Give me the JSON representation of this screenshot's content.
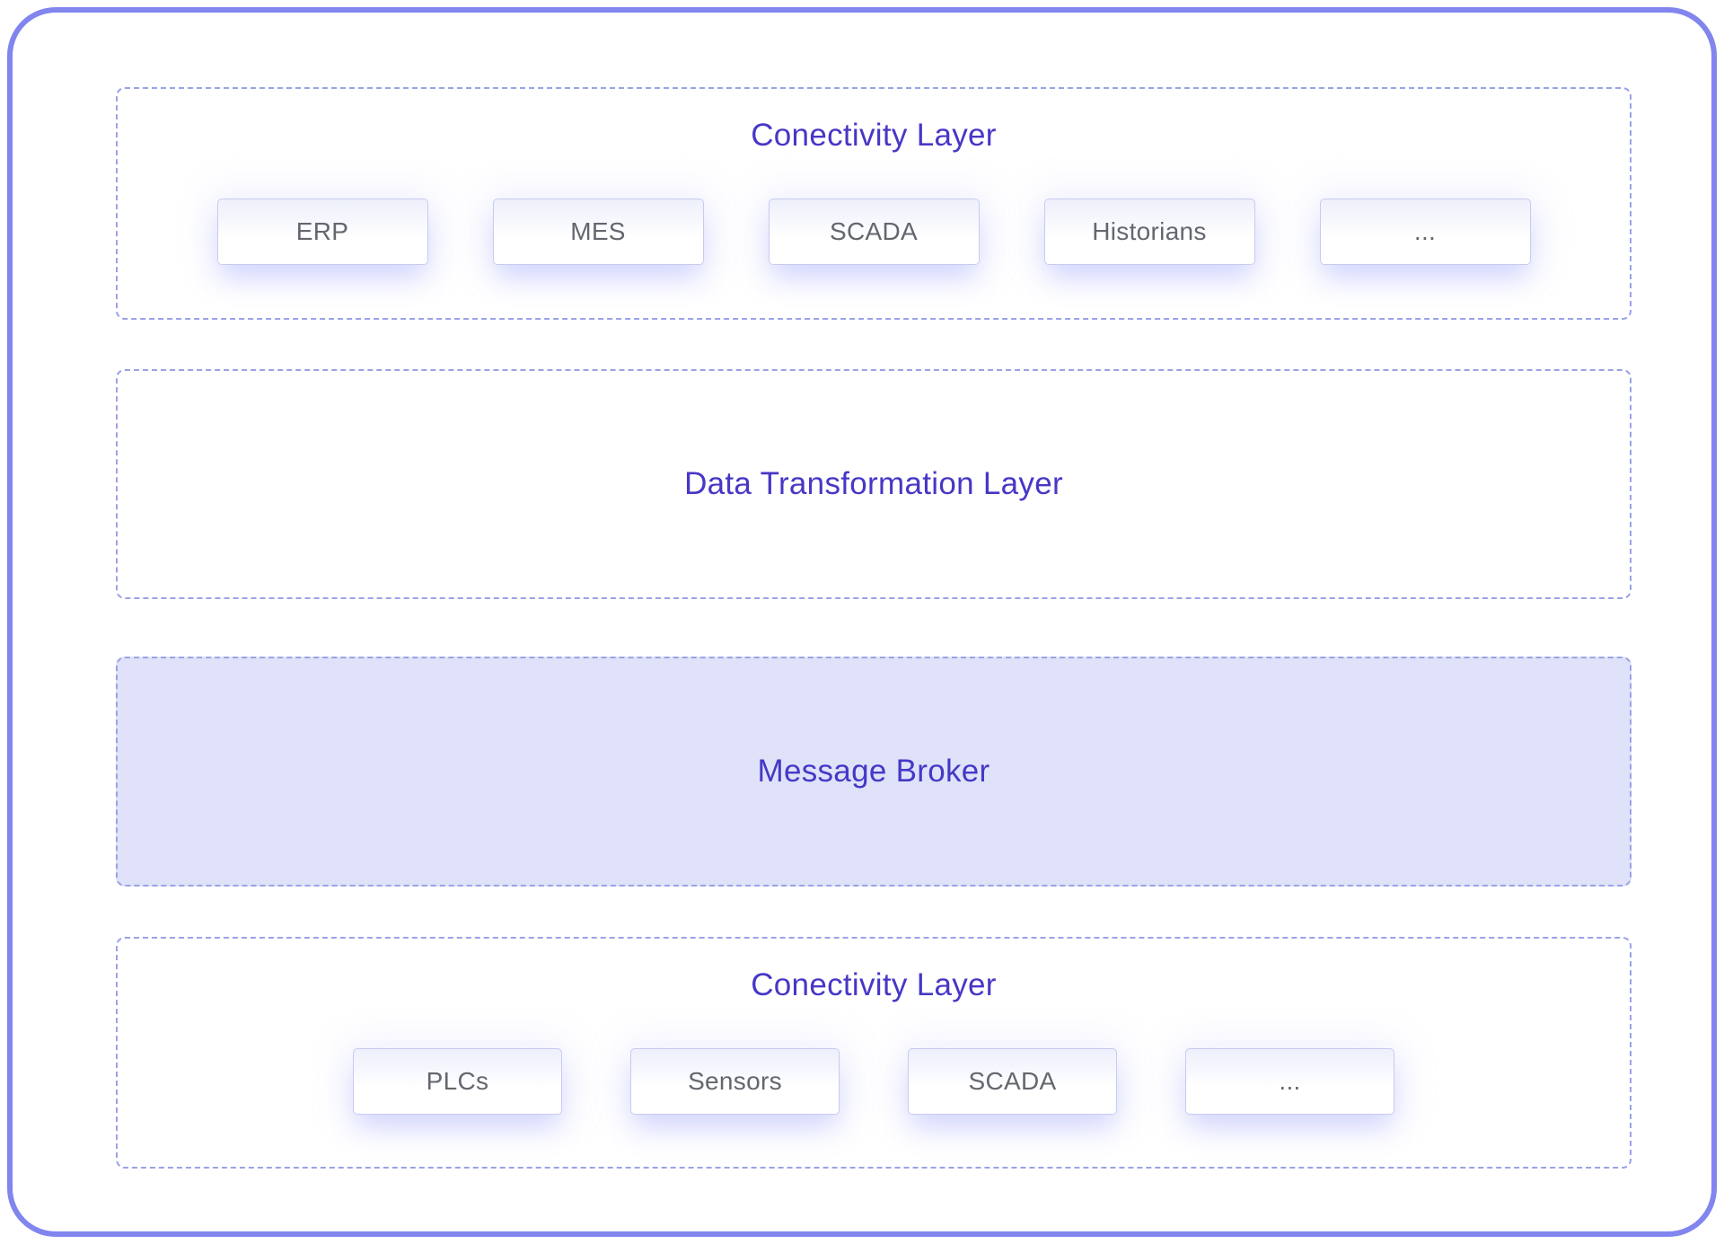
{
  "colors": {
    "frame_border": "#8185ee",
    "dashed_border": "#9aa2e7",
    "layer_title_text": "#4737c6",
    "node_text": "#63676e",
    "node_border": "#c7cbf0",
    "broker_fill": "#dfe2f8",
    "background": "#ffffff"
  },
  "layers": [
    {
      "title": "Conectivity Layer",
      "items": [
        "ERP",
        "MES",
        "SCADA",
        "Historians",
        "..."
      ]
    },
    {
      "title": "Data Transformation Layer",
      "items": []
    },
    {
      "title": "Message Broker",
      "items": []
    },
    {
      "title": "Conectivity Layer",
      "items": [
        "PLCs",
        "Sensors",
        "SCADA",
        "..."
      ]
    }
  ]
}
